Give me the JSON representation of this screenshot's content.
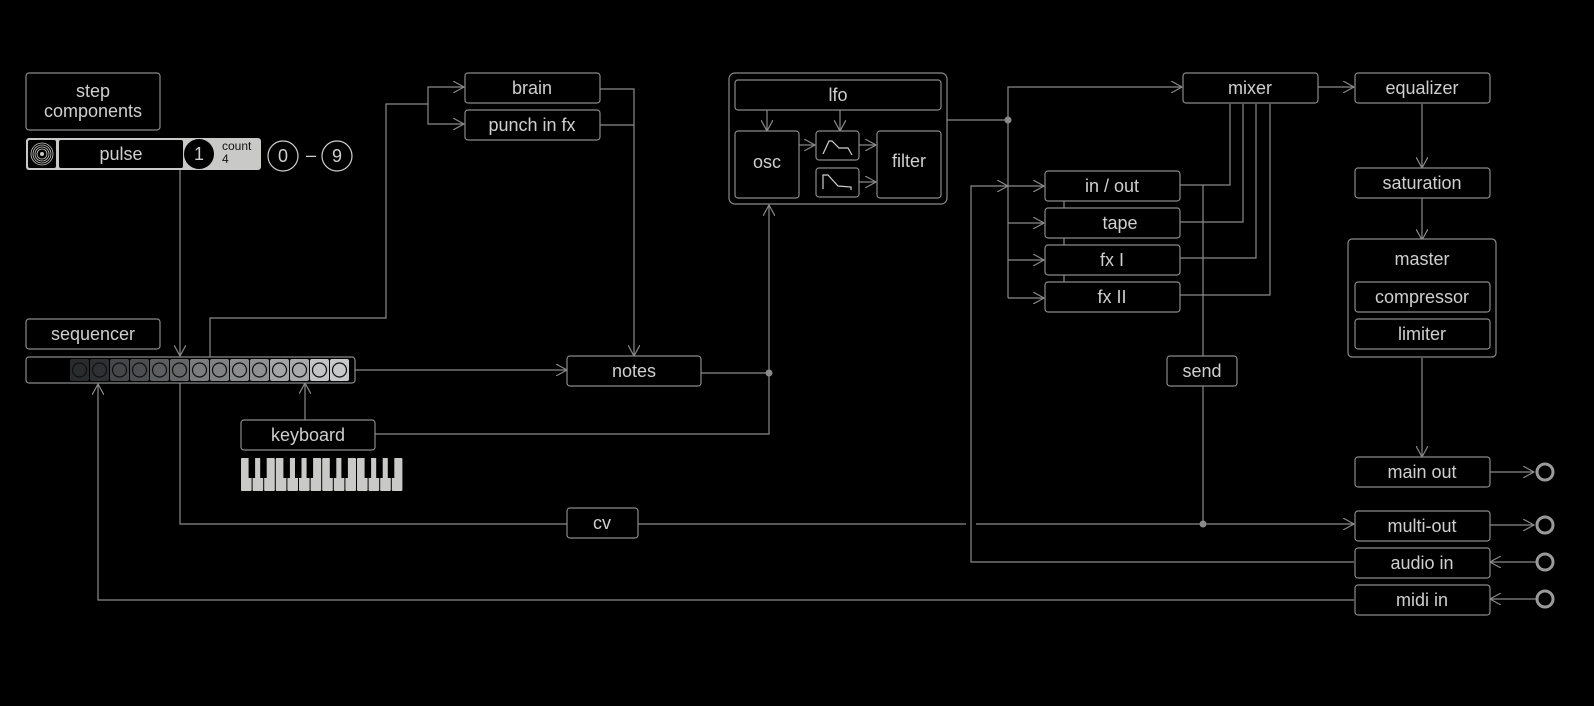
{
  "diagram": {
    "colors": {
      "background": "#000000",
      "stroke": "#8a8a8a",
      "text": "#cfcfcf",
      "light_panel": "#c9c9c7"
    },
    "step_components": {
      "title_line1": "step",
      "title_line2": "components",
      "pulse_label": "pulse",
      "pulse_icon": "concentric-circles-icon",
      "step_number": "1",
      "count_label": "count",
      "count_value": "4",
      "range_start": "0",
      "range_sep": "–",
      "range_end": "9"
    },
    "sequencer": {
      "label": "sequencer",
      "steps": 14,
      "step_shades": [
        "#2a2b2d",
        "#2f3033",
        "#46474a",
        "#4d4e51",
        "#5d5e61",
        "#666769",
        "#7c7d7f",
        "#818283",
        "#8c8d8e",
        "#909192",
        "#a4a5a6",
        "#a9aaab",
        "#c3c4c5",
        "#c8c9ca"
      ]
    },
    "keyboard": {
      "label": "keyboard",
      "white_keys": 14
    },
    "blocks": {
      "brain": "brain",
      "punch_in_fx": "punch in fx",
      "notes": "notes",
      "cv": "cv",
      "lfo": "lfo",
      "osc": "osc",
      "filter": "filter",
      "envelope_icons": [
        "adsr-envelope-icon",
        "decay-envelope-icon"
      ],
      "mixer": "mixer",
      "in_out": "in / out",
      "tape": "tape",
      "fx1": "fx I",
      "fx2": "fx II",
      "send": "send",
      "equalizer": "equalizer",
      "saturation": "saturation",
      "master": "master",
      "compressor": "compressor",
      "limiter": "limiter",
      "main_out": "main out",
      "multi_out": "multi-out",
      "audio_in": "audio in",
      "midi_in": "midi in"
    }
  }
}
